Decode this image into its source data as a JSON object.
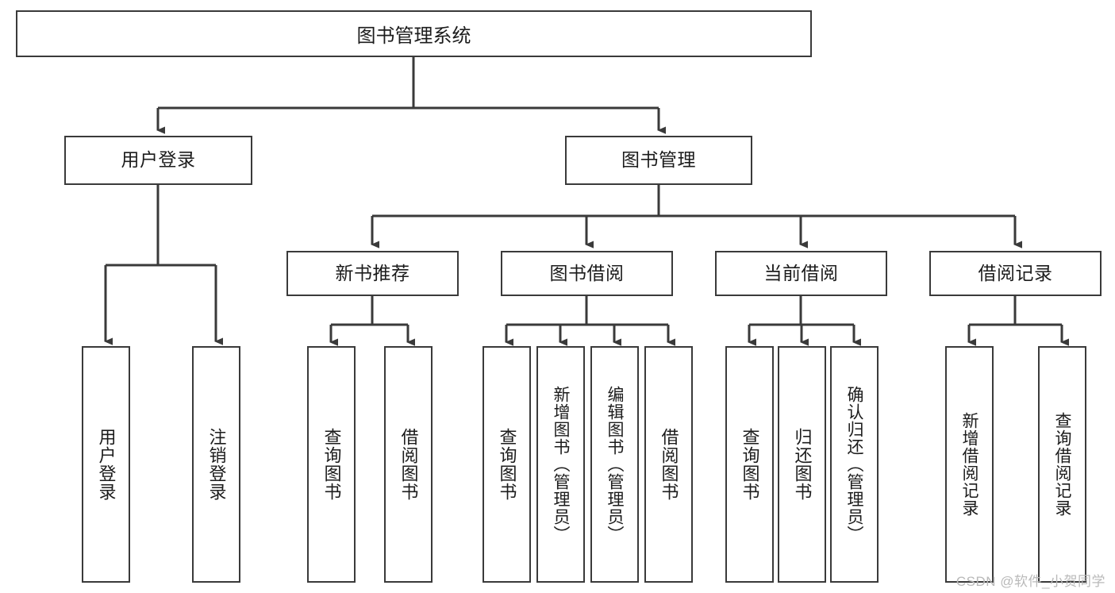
{
  "diagram": {
    "title": "图书管理系统",
    "type": "tree-hierarchy",
    "root": {
      "label": "图书管理系统"
    },
    "level2": [
      {
        "id": "user-login",
        "label": "用户登录"
      },
      {
        "id": "book-management",
        "label": "图书管理"
      }
    ],
    "level3": [
      {
        "id": "new-book-recommend",
        "label": "新书推荐",
        "parent": "book-management"
      },
      {
        "id": "book-borrow",
        "label": "图书借阅",
        "parent": "book-management"
      },
      {
        "id": "current-borrow",
        "label": "当前借阅",
        "parent": "book-management"
      },
      {
        "id": "borrow-record",
        "label": "借阅记录",
        "parent": "book-management"
      }
    ],
    "leaves": {
      "user-login": [
        {
          "id": "leaf-user-login",
          "label": "用户登录"
        },
        {
          "id": "leaf-logout-login",
          "label": "注销登录"
        }
      ],
      "new-book-recommend": [
        {
          "id": "leaf-query-book-1",
          "label": "查询图书"
        },
        {
          "id": "leaf-borrow-book-1",
          "label": "借阅图书"
        }
      ],
      "book-borrow": [
        {
          "id": "leaf-query-book-2",
          "label": "查询图书"
        },
        {
          "id": "leaf-add-book",
          "label": "新增图书（管理员）"
        },
        {
          "id": "leaf-edit-book",
          "label": "编辑图书（管理员）"
        },
        {
          "id": "leaf-borrow-book-2",
          "label": "借阅图书"
        }
      ],
      "current-borrow": [
        {
          "id": "leaf-query-book-3",
          "label": "查询图书"
        },
        {
          "id": "leaf-return-book",
          "label": "归还图书"
        },
        {
          "id": "leaf-confirm-return",
          "label": "确认归还（管理员）"
        }
      ],
      "borrow-record": [
        {
          "id": "leaf-add-borrow-record",
          "label": "新增借阅记录"
        },
        {
          "id": "leaf-query-borrow-record",
          "label": "查询借阅记录"
        }
      ]
    }
  },
  "watermark": {
    "text": "CSDN @软件_小贺同学"
  },
  "colors": {
    "stroke": "#3a3a3a",
    "text": "#1c1c1c",
    "background": "#ffffff",
    "watermark": "#b9b9b9"
  }
}
